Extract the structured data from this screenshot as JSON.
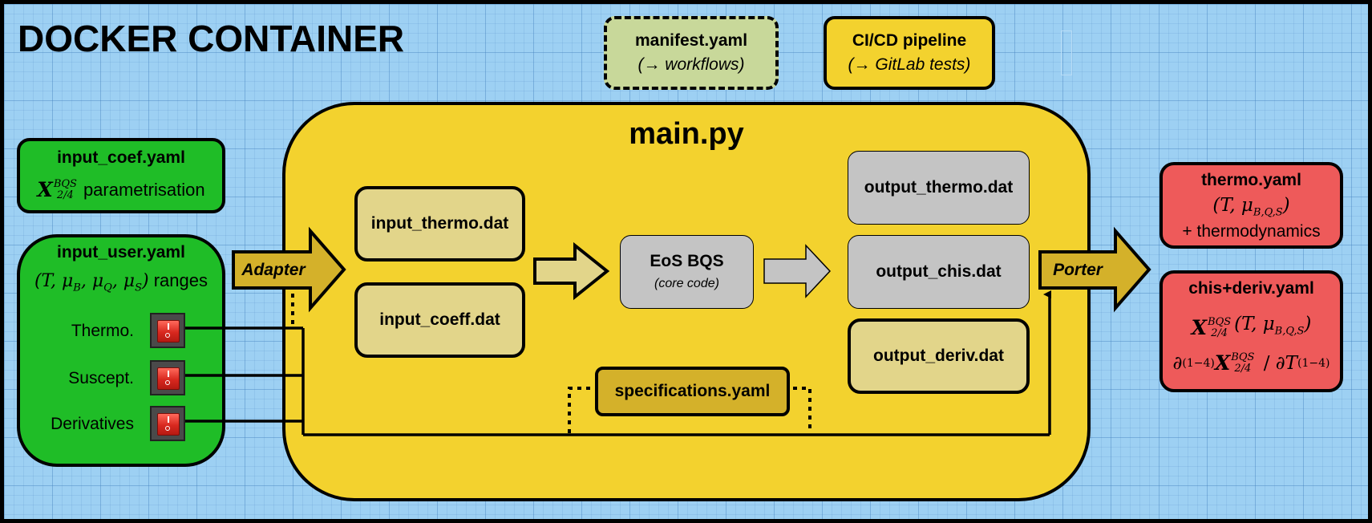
{
  "title": "DOCKER CONTAINER",
  "manifest": {
    "name": "manifest.yaml",
    "note": "(→ workflows)"
  },
  "cicd": {
    "name": "CI/CD pipeline",
    "note": "(→ GitLab tests)"
  },
  "main": {
    "title": "main.py"
  },
  "input_coef": {
    "name": "input_coef.yaml",
    "suffix": "parametrisation"
  },
  "input_user": {
    "name": "input_user.yaml",
    "ranges": "ranges",
    "switches": [
      "Thermo.",
      "Suscept.",
      "Derivatives"
    ]
  },
  "adapter": "Adapter",
  "porter": "Porter",
  "files": {
    "input_thermo": "input_thermo.dat",
    "input_coeff": "input_coeff.dat",
    "output_thermo": "output_thermo.dat",
    "output_chis": "output_chis.dat",
    "output_deriv": "output_deriv.dat",
    "specifications": "specifications.yaml"
  },
  "eos": {
    "name": "EoS BQS",
    "note": "(core code)"
  },
  "thermo_out": {
    "name": "thermo.yaml",
    "suffix": "+ thermodynamics"
  },
  "chis_out": {
    "name": "chis+deriv.yaml"
  },
  "colors": {
    "background": "#9dd0f3",
    "green": "#1fbd27",
    "yellow": "#f3d22e",
    "tan": "#e2d58a",
    "olive": "#d4b12a",
    "gray": "#c4c4c4",
    "red": "#ee5a5a",
    "manifest": "#c8d89a"
  }
}
